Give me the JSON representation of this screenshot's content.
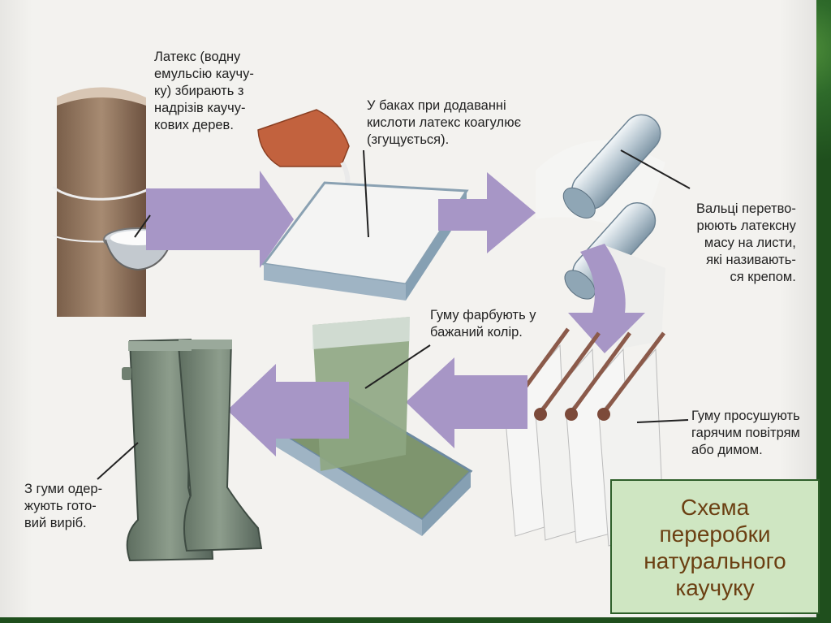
{
  "labels": {
    "latex_collect": "Латекс (водну\nемульсію каучу-\nку) збирають з\nнадрізів каучу-\nкових дерев.",
    "acid_coagulate": "У баках при додаванні\nкислоти латекс коагулює\n(згущується).",
    "rollers": "Вальці перетво-\nрюють латексну\nмасу на листи,\nякі називають-\nся крепом.",
    "dye": "Гуму фарбують у\nбажаний колір.",
    "dry": "Гуму просушують\nгарячим повітрям\nабо димом.",
    "product": "З гуми одер-\nжують гото-\nвий виріб."
  },
  "caption": "Схема\nпереробки\nнатурального\nкаучуку",
  "colors": {
    "arrow": "#a796c6",
    "caption_bg": "#cfe6c2",
    "caption_border": "#2f5f2a",
    "caption_text": "#6b3f12",
    "boot": "#7f8f80",
    "tray": "#9fb4c4"
  },
  "icons": [
    "tree-trunk-icon",
    "latex-cup-icon",
    "bottle-icon",
    "tray-icon",
    "roller-icon",
    "drying-rack-icon",
    "green-sheet-icon",
    "boots-icon"
  ]
}
